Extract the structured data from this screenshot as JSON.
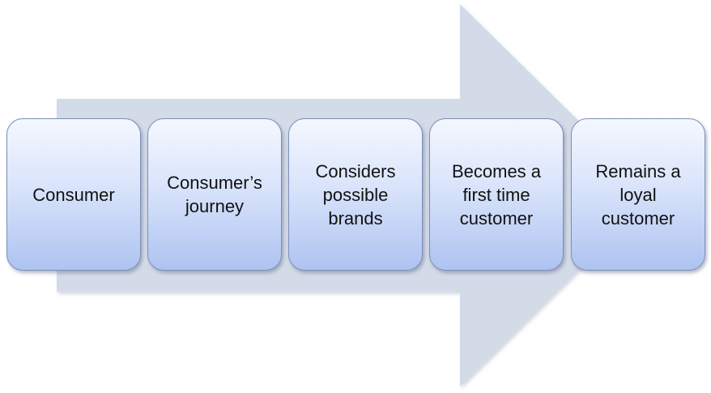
{
  "diagram": {
    "colors": {
      "arrow_fill": "#d3dbe8",
      "box_border": "#7b8fb8",
      "box_top": "#f4f7ff",
      "box_bottom": "#aec3f1",
      "text": "#111111"
    },
    "steps": [
      {
        "label": "Consumer"
      },
      {
        "label": "Consumer’s\njourney"
      },
      {
        "label": "Considers\npossible\nbrands"
      },
      {
        "label": "Becomes a\nfirst time\ncustomer"
      },
      {
        "label": "Remains a\nloyal\ncustomer"
      }
    ]
  }
}
